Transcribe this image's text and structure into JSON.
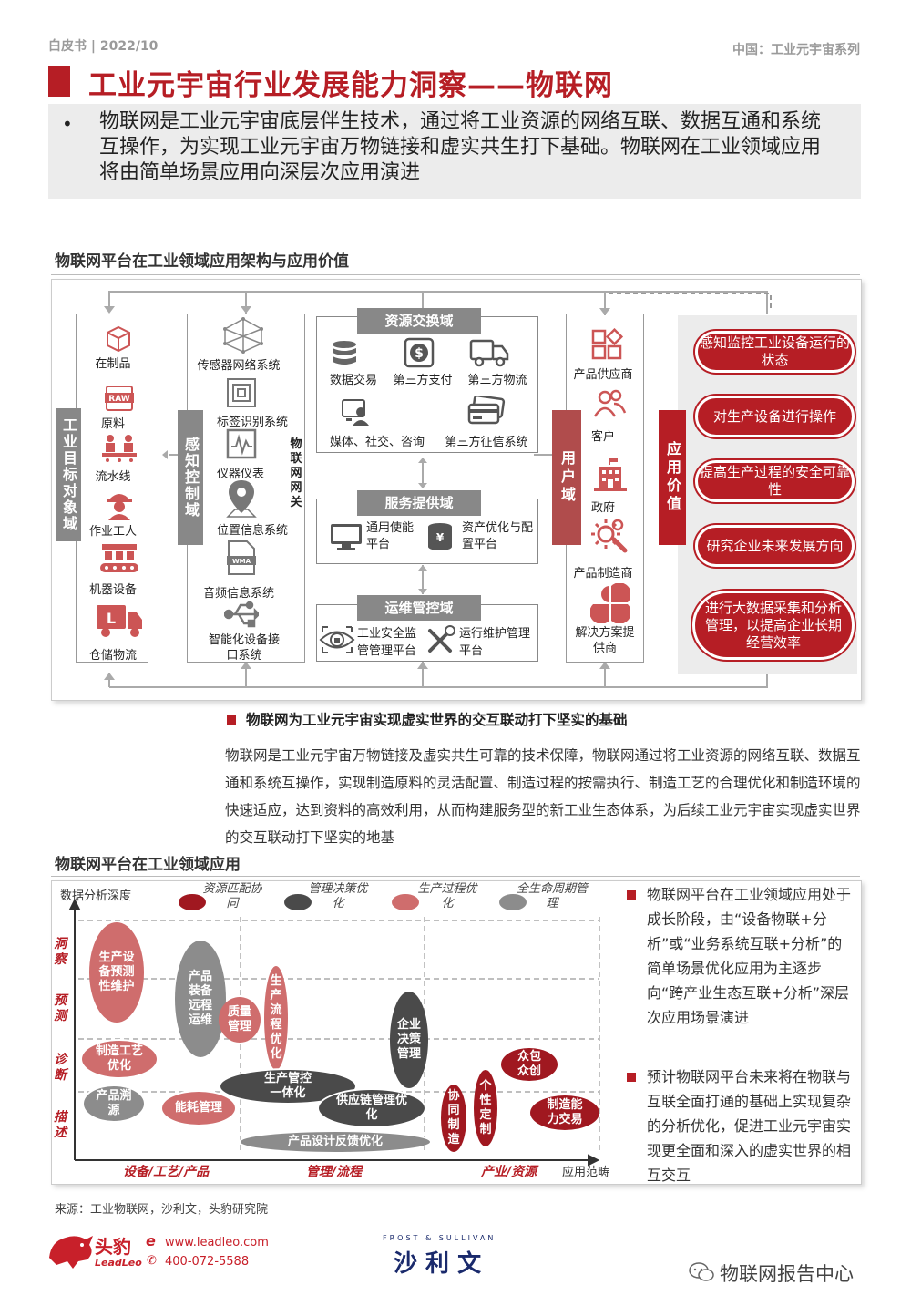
{
  "header": {
    "left": "白皮书 | 2022/10",
    "right": "中国：工业元宇宙系列"
  },
  "title": "工业元宇宙行业发展能力洞察——物联网",
  "bullet": {
    "dot": "•",
    "text": "物联网是工业元宇宙底层伴生技术，通过将工业资源的网络互联、数据互通和系统互操作，为实现工业元宇宙万物链接和虚实共生打下基础。物联网在工业领域应用将由简单场景应用向深层次应用演进"
  },
  "section1": {
    "title": "物联网平台在工业领域应用架构与应用价值"
  },
  "arch": {
    "target_bar": "工业目标对象域",
    "targets": [
      "在制品",
      "原料",
      "流水线",
      "作业工人",
      "机器设备",
      "仓储物流"
    ],
    "control_bar": "感知控制域",
    "sensors": [
      "传感器网络系统",
      "标签识别系统",
      "仪器仪表",
      "位置信息系统",
      "音频信息系统",
      "智能化设备接口系统"
    ],
    "gateway": "物联网网关",
    "exchange": {
      "title": "资源交换域",
      "items": [
        "数据交易",
        "第三方支付",
        "第三方物流",
        "媒体、社交、咨询",
        "第三方征信系统"
      ]
    },
    "service": {
      "title": "服务提供域",
      "items": [
        "通用使能平台",
        "资产优化与配置平台"
      ]
    },
    "ops": {
      "title": "运维管控域",
      "items": [
        "工业安全监管管理平台",
        "运行维护管理平台"
      ]
    },
    "user_bar": "用户域",
    "users": [
      "产品供应商",
      "客户",
      "政府",
      "产品制造商",
      "解决方案提供商"
    ],
    "value_bar": "应用价值",
    "values": [
      "感知监控工业设备运行的状态",
      "对生产设备进行操作",
      "提高生产过程的安全可靠性",
      "研究企业未来发展方向",
      "进行大数据采集和分析管理，以提高企业长期经营效率"
    ]
  },
  "sub_heading": "物联网为工业元宇宙实现虚实世界的交互联动打下坚实的基础",
  "paragraph": "物联网是工业元宇宙万物链接及虚实共生可靠的技术保障，物联网通过将工业资源的网络互联、数据互通和系统互操作，实现制造原料的灵活配置、制造过程的按需执行、制造工艺的合理优化和制造环境的快速适应，达到资料的高效利用，从而构建服务型的新工业生态体系，为后续工业元宇宙实现虚实世界的交互联动打下坚实的地基",
  "section2": {
    "title": "物联网平台在工业领域应用"
  },
  "chart_data": {
    "type": "bubble-matrix",
    "ylabel": "数据分析深度",
    "xlabel": "应用范畴",
    "y_levels": [
      "描述",
      "诊断",
      "预测",
      "洞察"
    ],
    "x_categories": [
      "设备/工艺/产品",
      "管理/流程",
      "产业/资源"
    ],
    "legend": [
      {
        "name": "资源匹配协同",
        "color": "#a01820"
      },
      {
        "name": "管理决策优化",
        "color": "#4a4a4a"
      },
      {
        "name": "生产过程优化",
        "color": "#cf6d6d"
      },
      {
        "name": "全生命周期管理",
        "color": "#8c8c8c"
      }
    ],
    "bubbles": [
      {
        "label": "生产设备预测性维护",
        "group": "生产过程优化"
      },
      {
        "label": "产品装备远程运维",
        "group": "全生命周期管理"
      },
      {
        "label": "质量管理",
        "group": "生产过程优化"
      },
      {
        "label": "生产流程优化",
        "group": "生产过程优化"
      },
      {
        "label": "企业决策管理",
        "group": "管理决策优化"
      },
      {
        "label": "制造工艺优化",
        "group": "生产过程优化"
      },
      {
        "label": "产品溯源",
        "group": "全生命周期管理"
      },
      {
        "label": "能耗管理",
        "group": "生产过程优化"
      },
      {
        "label": "生产管控一体化",
        "group": "管理决策优化"
      },
      {
        "label": "供应链管理优化",
        "group": "管理决策优化"
      },
      {
        "label": "产品设计反馈优化",
        "group": "全生命周期管理"
      },
      {
        "label": "协同制造",
        "group": "资源匹配协同"
      },
      {
        "label": "个性定制",
        "group": "资源匹配协同"
      },
      {
        "label": "众包众创",
        "group": "资源匹配协同"
      },
      {
        "label": "制造能力交易",
        "group": "资源匹配协同"
      }
    ]
  },
  "right_points": [
    "物联网平台在工业领域应用处于成长阶段，由“设备物联+分析”或“业务系统互联+分析”的简单场景优化应用为主逐步向“跨产业生态互联+分析”深层次应用场景演进",
    "预计物联网平台未来将在物联与互联全面打通的基础上实现复杂的分析优化，促进工业元宇宙实现更全面和深入的虚实世界的相互交互"
  ],
  "source": "来源：工业物联网，沙利文，头豹研究院",
  "footer": {
    "logo_cn": "头豹",
    "logo_en": "LeadLeo",
    "url": "www.leadleo.com",
    "phone": "400-072-5588",
    "fs_en": "FROST & SULLIVAN",
    "fs_cn": "沙 利 文",
    "wechat": "物联网报告中心"
  }
}
